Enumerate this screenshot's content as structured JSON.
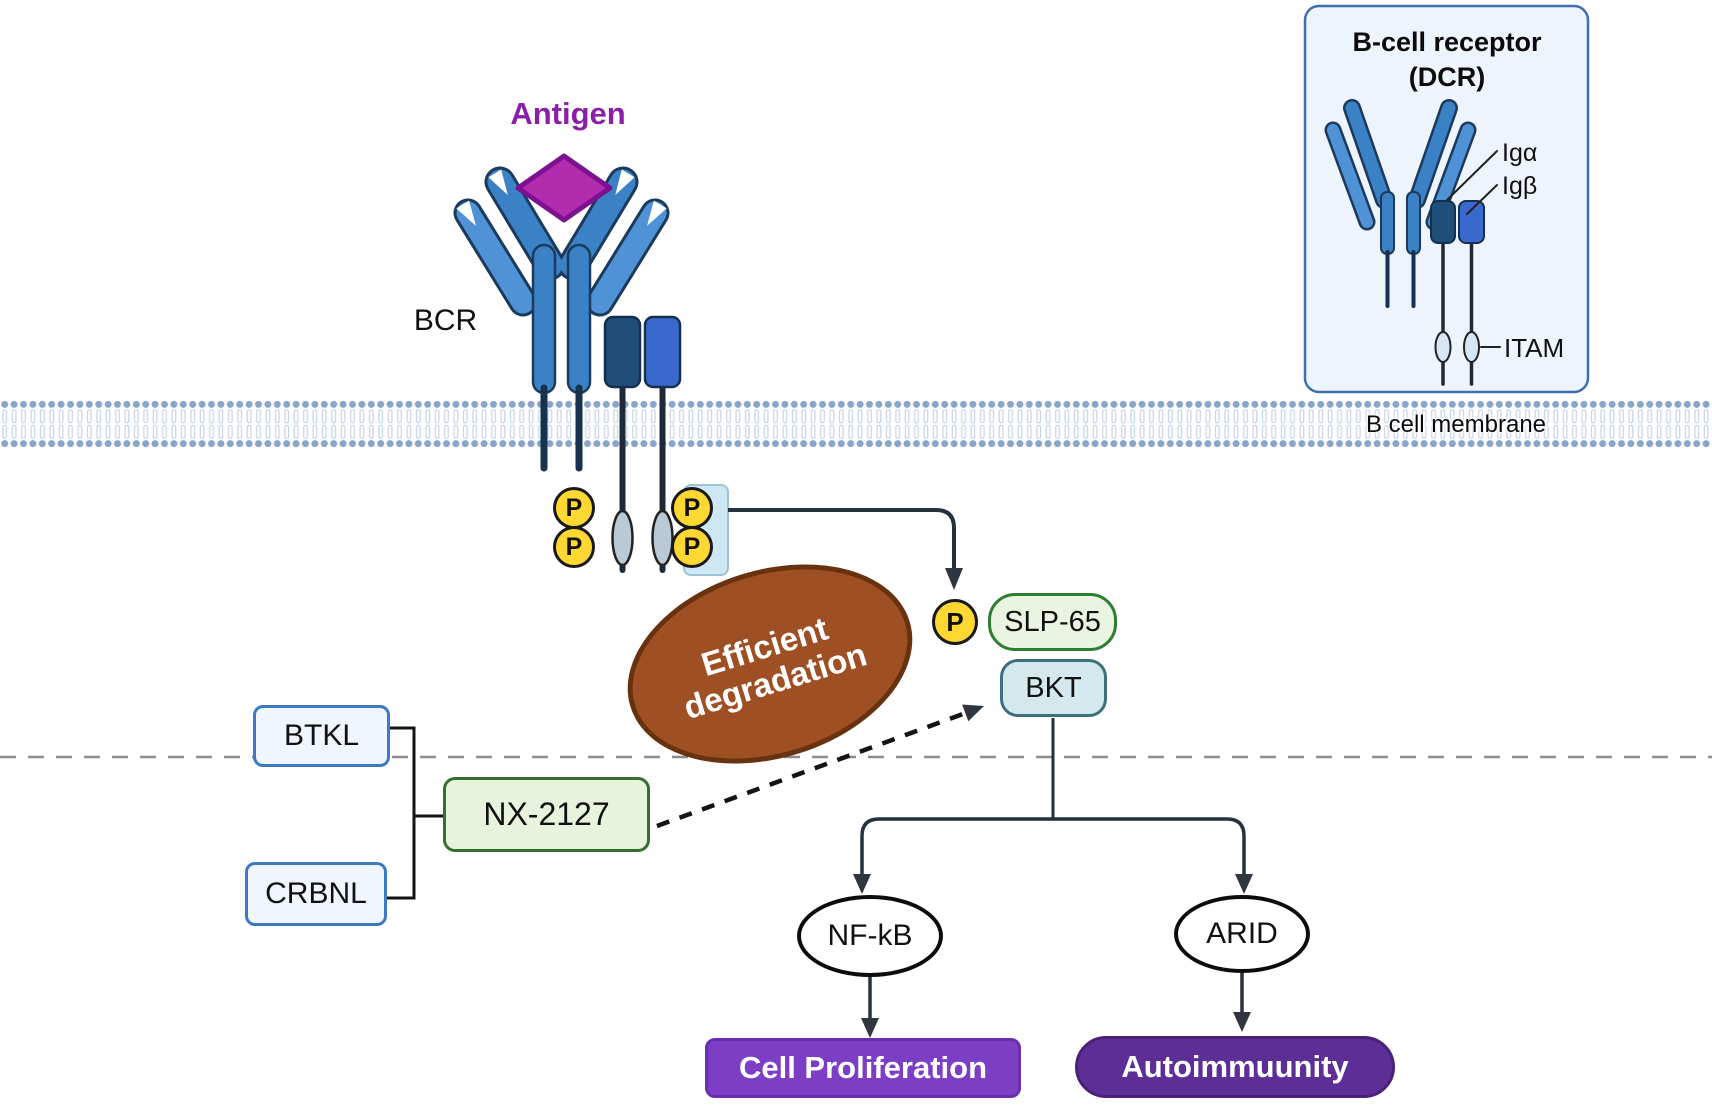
{
  "figure": {
    "labels": {
      "antigen": "Antigen",
      "bcr": "BCR",
      "membrane": "B cell membrane",
      "phosphate": "P"
    },
    "degradation": {
      "line1": "Efficient",
      "line2": "degradation"
    },
    "nodes": {
      "slp65": "SLP-65",
      "bkt": "BKT",
      "btkl": "BTKL",
      "crbnl": "CRBNL",
      "nx2127": "NX-2127",
      "nfkb": "NF-kB",
      "arid": "ARID",
      "cell_proliferation": "Cell Proliferation",
      "autoimmunity": "Autoimmuunity"
    },
    "inset": {
      "title_line1": "B-cell receptor",
      "title_line2": "(DCR)",
      "ig_alpha": "Igα",
      "ig_beta": "Igβ",
      "itam": "ITAM"
    },
    "colors": {
      "antigen_text": "#8b1fa8",
      "antigen_diamond": "#b32cae",
      "antibody_blue": "#3a81c6",
      "antibody_light_blue": "#4f93d6",
      "antibody_outline": "#1b3a5c",
      "ig_alpha_fill": "#1f4e79",
      "ig_beta_fill": "#3a69ce",
      "membrane_head": "#8aa5c8",
      "membrane_tail": "#c3d5e8",
      "phosphate_yellow": "#fed832",
      "degradation_brown": "#9e4f24",
      "slp65_green": "#e9f5e1",
      "bkt_teal": "#d3e9ee",
      "nx_green": "#e7f3dc",
      "box_blue": "#eff6fd",
      "proliferation_purple": "#7c3ec5",
      "autoimmunity_purple": "#5c2e96",
      "inset_bg": "#edf4fb"
    }
  }
}
